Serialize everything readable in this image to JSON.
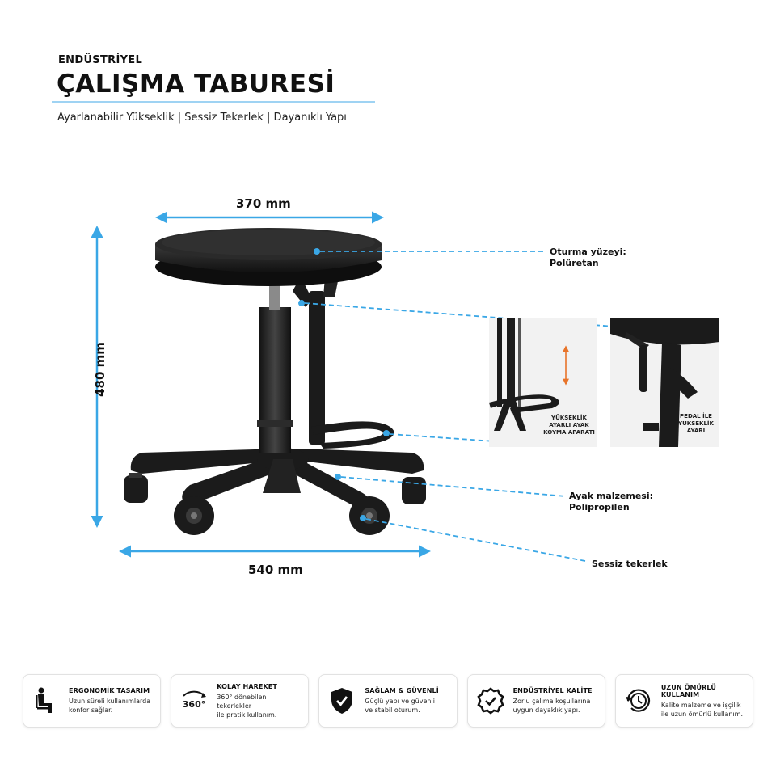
{
  "header": {
    "eyebrow": "ENDÜSTRİYEL",
    "title": "ÇALIŞMA TABURESİ",
    "subtitle": "Ayarlanabilir Yükseklik | Sessiz Tekerlek | Dayanıklı Yapı"
  },
  "dimensions": {
    "seat_width": "370 mm",
    "height": "480 mm",
    "base_width": "540 mm"
  },
  "callouts": {
    "seat_line1": "Oturma yüzeyi:",
    "seat_line2": "Polüretan",
    "base_line1": "Ayak malzemesi:",
    "base_line2": "Polipropilen",
    "wheels": "Sessiz tekerlek"
  },
  "insets": {
    "footrest_line1": "YÜKSEKLİK",
    "footrest_line2": "AYARLI AYAK",
    "footrest_line3": "KOYMA APARATI",
    "pedal_line1": "PEDAL İLE",
    "pedal_line2": "YÜKSEKLİK",
    "pedal_line3": "AYARI"
  },
  "features": [
    {
      "icon": "seated-person-icon",
      "title": "ERGONOMİK TASARIM",
      "desc1": "Uzun süreli kullanımlarda",
      "desc2": "konfor sağlar."
    },
    {
      "icon": "rotate-360-icon",
      "title": "KOLAY HAREKET",
      "badge": "360°",
      "desc1": "360° dönebilen tekerlekler",
      "desc2": "ile pratik kullanım."
    },
    {
      "icon": "shield-check-icon",
      "title": "SAĞLAM & GÜVENLİ",
      "desc1": "Güçlü yapı ve güvenli",
      "desc2": "ve stabil oturum."
    },
    {
      "icon": "quality-badge-icon",
      "title": "ENDÜSTRİYEL KALİTE",
      "desc1": "Zorlu çalıma koşullarına",
      "desc2": "uygun dayaklık yapı."
    },
    {
      "icon": "clock-cycle-icon",
      "title": "UZUN ÖMÜRLÜ KULLANIM",
      "desc1": "Kalite malzeme ve işçilik",
      "desc2": "ile uzun ömürlü kullanım."
    }
  ],
  "colors": {
    "accent": "#3aa7e6",
    "rule": "#9fd3f3",
    "orange": "#e8742a",
    "product": "#1b1b1b"
  }
}
